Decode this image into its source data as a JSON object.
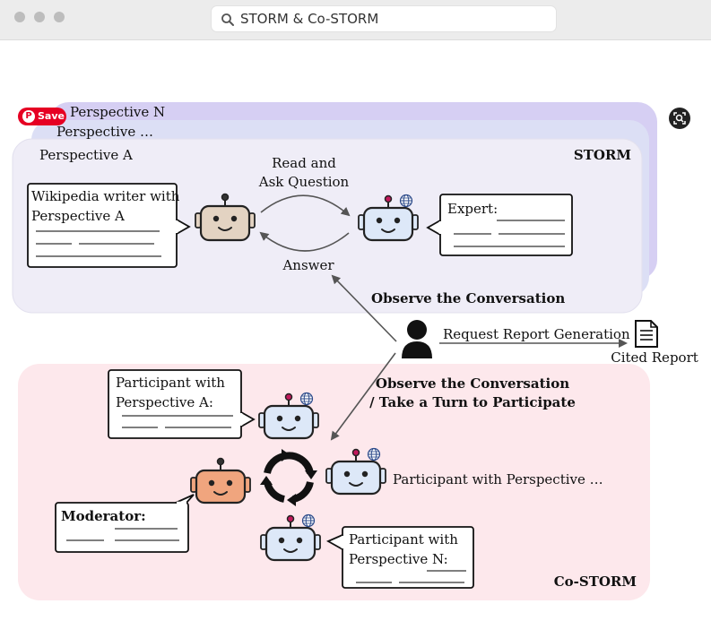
{
  "browser": {
    "address_text": "STORM & Co-STORM"
  },
  "overlay": {
    "save_label": "Save"
  },
  "diagram": {
    "perspective_n": "Perspective N",
    "perspective_dots": "Perspective …",
    "perspective_a": "Perspective A",
    "storm_title": "STORM",
    "costorm_title": "Co-STORM",
    "read_ask_line1": "Read and",
    "read_ask_line2": "Ask Question",
    "answer": "Answer",
    "writer_line1": "Wikipedia writer with",
    "writer_line2": "Perspective A",
    "expert": "Expert:",
    "observe_top": "Observe the Conversation",
    "request_report": "Request Report Generation",
    "cited_report": "Cited Report",
    "observe_bottom_line1": "Observe the Conversation",
    "observe_bottom_line2": "/ Take a Turn to Participate",
    "participant_a_line1": "Participant with",
    "participant_a_line2": "Perspective A:",
    "participant_dots": "Participant with Perspective …",
    "moderator": "Moderator:",
    "participant_n_line1": "Participant with",
    "participant_n_line2": "Perspective N:"
  },
  "colors": {
    "storm_bg": "#efedf7",
    "storm_mid": "#dcdff5",
    "storm_back": "#d6cff3",
    "costorm_bg": "#fde8ec",
    "robot_blue": "#dde8f8",
    "robot_tan": "#e3d3c2",
    "robot_orange": "#f0a57e",
    "antenna_pink": "#c2185b"
  }
}
